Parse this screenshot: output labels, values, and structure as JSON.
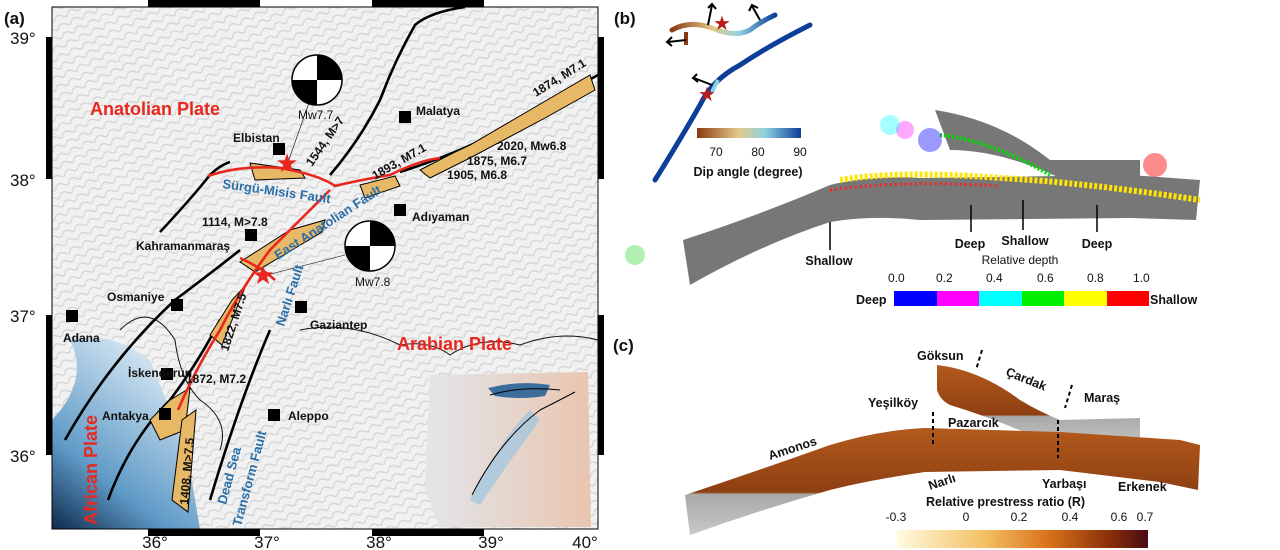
{
  "panels": {
    "a": "(a)",
    "b": "(b)",
    "c": "(c)"
  },
  "map": {
    "lat_labels": [
      "39°",
      "38°",
      "37°",
      "36°"
    ],
    "lon_labels": [
      "36°",
      "37°",
      "38°",
      "39°",
      "40°"
    ],
    "plates": {
      "anatolian": "Anatolian Plate",
      "arabian": "Arabian Plate",
      "african": "African Plate"
    },
    "faults": {
      "surgu": "Sürgü-Misis Fault",
      "eaf": "East Anatolian Fault",
      "narli": "Narlı Fault",
      "dsf1": "Dead Sea",
      "dsf2": "Transform Fault"
    },
    "cities": [
      "Malatya",
      "Elbistan",
      "Adıyaman",
      "Kahramanmaraş",
      "Osmaniye",
      "Adana",
      "Gaziantep",
      "İskenderun",
      "Antakya",
      "Aleppo"
    ],
    "historical": [
      "1544, M>7",
      "1893, M7.1",
      "2020, Mw6.8",
      "1875, M6.7",
      "1905, M6.8",
      "1874, M7.1",
      "1114, M>7.8",
      "1822, M7.5",
      "1872, M7.2",
      "1408, M>7.5"
    ],
    "mainshocks": [
      "Mw7.7",
      "Mw7.8"
    ],
    "colors": {
      "rupture": "#e8281e",
      "segment_fill": "#e7b865",
      "fault_label": "#2a6fa8"
    }
  },
  "dip": {
    "ticks": [
      "70",
      "80",
      "90"
    ],
    "label": "Dip angle (degree)",
    "colors": [
      "#8b3a10",
      "#e3c98a",
      "#8fd3e0",
      "#0d3f99"
    ]
  },
  "depth": {
    "title": "Relative depth",
    "ticks": [
      "0.0",
      "0.2",
      "0.4",
      "0.6",
      "0.8",
      "1.0"
    ],
    "deep": "Deep",
    "shallow": "Shallow",
    "bins": [
      "#0000ff",
      "#ff00ff",
      "#00ffff",
      "#00ee00",
      "#ffff00",
      "#ff0000"
    ],
    "arrows": [
      "Shallow",
      "Deep",
      "Shallow",
      "Deep"
    ]
  },
  "prestress": {
    "title": "Relative prestress ratio (R)",
    "ticks": [
      "-0.3",
      "0",
      "0.2",
      "0.4",
      "0.6",
      "0.7"
    ],
    "segments": [
      "Göksun",
      "Çardak",
      "Maraş",
      "Yeşilköy",
      "Pazarcık",
      "Amonos",
      "Narlı",
      "Yarbaşı",
      "Erkenek"
    ]
  }
}
